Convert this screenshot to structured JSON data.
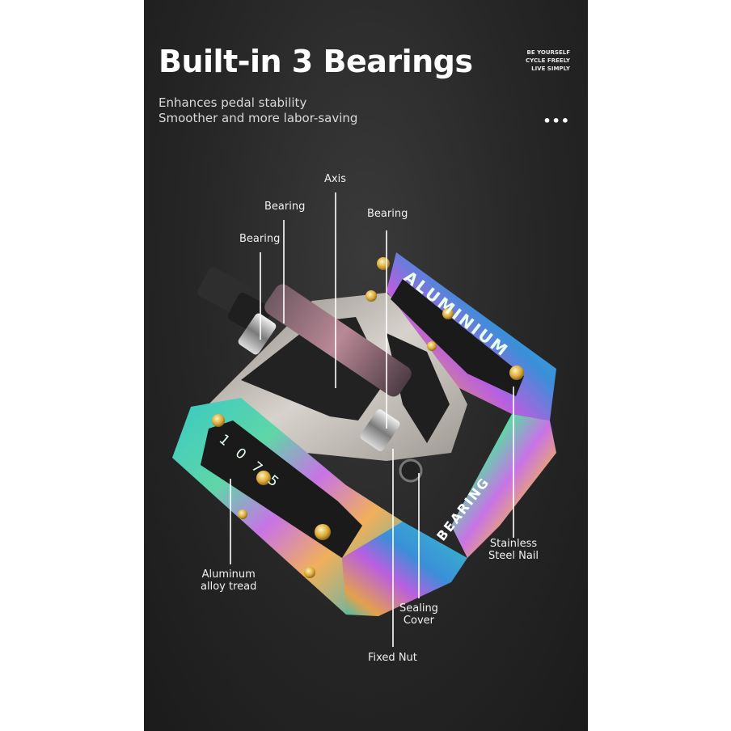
{
  "header": {
    "title": "Built-in 3 Bearings",
    "subtitle_lines": [
      "Enhances pedal stability",
      "Smoother and more labor-saving"
    ],
    "more_icon": "more-dots-icon"
  },
  "slogan": [
    "BE YOURSELF",
    "CYCLE FREELY",
    "LIVE SIMPLY"
  ],
  "pedal_engravings": {
    "top_rail": "ALUMINIUM",
    "side_rail": "BEARING",
    "left_rail": "1 0 7 5"
  },
  "callouts": {
    "axis": "Axis",
    "bearing_top": "Bearing",
    "bearing_left": "Bearing",
    "bearing_right": "Bearing",
    "stainless": [
      "Stainless",
      "Steel Nail"
    ],
    "aluminum": [
      "Aluminum",
      "alloy tread"
    ],
    "sealing": [
      "Sealing",
      "Cover"
    ],
    "fixed_nut": "Fixed Nut"
  },
  "colors": {
    "background": "#262626",
    "text": "#ffffff",
    "gold_pin": "#d9a836"
  }
}
